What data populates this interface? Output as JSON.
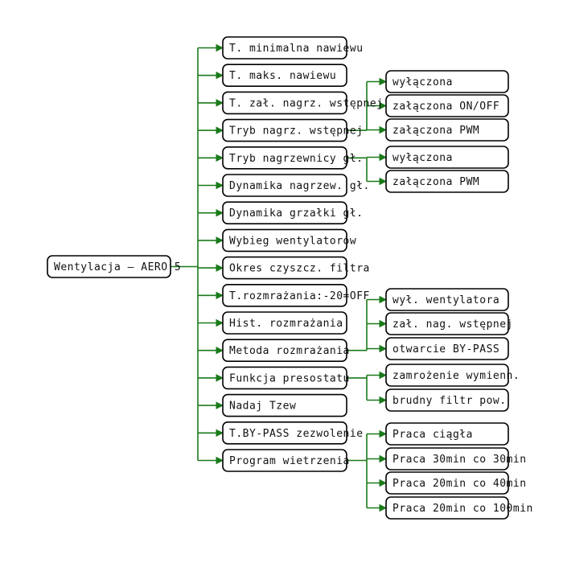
{
  "colors": {
    "connector": "#1a7a1a",
    "box_border": "#000000",
    "box_fill": "#ffffff",
    "text": "#111111"
  },
  "root": {
    "id": "root",
    "label": "Wentylacja – AERO 5"
  },
  "menu": [
    {
      "id": "m01",
      "label": "T. minimalna nawiewu"
    },
    {
      "id": "m02",
      "label": "T. maks. nawiewu"
    },
    {
      "id": "m03",
      "label": "T. zał. nagrz. wstępnej"
    },
    {
      "id": "m04",
      "label": "Tryb nagrz. wstępnej"
    },
    {
      "id": "m05",
      "label": "Tryb nagrzewnicy gł."
    },
    {
      "id": "m06",
      "label": "Dynamika nagrzew. gł."
    },
    {
      "id": "m07",
      "label": "Dynamika grzałki gł."
    },
    {
      "id": "m08",
      "label": "Wybieg wentylatorów"
    },
    {
      "id": "m09",
      "label": "Okres czyszcz. filtra"
    },
    {
      "id": "m10",
      "label": "T.rozmrażania:-20=OFF"
    },
    {
      "id": "m11",
      "label": "Hist. rozmrażania"
    },
    {
      "id": "m12",
      "label": "Metoda rozmrażania"
    },
    {
      "id": "m13",
      "label": "Funkcja presostatu"
    },
    {
      "id": "m14",
      "label": "Nadaj Tzew"
    },
    {
      "id": "m15",
      "label": "T.BY-PASS zezwolenie"
    },
    {
      "id": "m16",
      "label": "Program wietrzenia"
    }
  ],
  "options": [
    {
      "parent": "m04",
      "items": [
        {
          "id": "o04a",
          "label": "wyłączona"
        },
        {
          "id": "o04b",
          "label": "załączona ON/OFF"
        },
        {
          "id": "o04c",
          "label": "załączona PWM"
        }
      ]
    },
    {
      "parent": "m05",
      "items": [
        {
          "id": "o05a",
          "label": "wyłączona"
        },
        {
          "id": "o05b",
          "label": "załączona PWM"
        }
      ]
    },
    {
      "parent": "m12",
      "items": [
        {
          "id": "o12a",
          "label": "wył. wentylatora"
        },
        {
          "id": "o12b",
          "label": "zał. nag. wstępnej"
        },
        {
          "id": "o12c",
          "label": "otwarcie BY-PASS"
        }
      ]
    },
    {
      "parent": "m13",
      "items": [
        {
          "id": "o13a",
          "label": "zamrożenie wymienn."
        },
        {
          "id": "o13b",
          "label": "brudny filtr pow."
        }
      ]
    },
    {
      "parent": "m16",
      "items": [
        {
          "id": "o16a",
          "label": "Praca ciągła"
        },
        {
          "id": "o16b",
          "label": "Praca 30min co 30min"
        },
        {
          "id": "o16c",
          "label": "Praca 20min co 40min"
        },
        {
          "id": "o16d",
          "label": "Praca 20min co 100min"
        }
      ]
    }
  ]
}
